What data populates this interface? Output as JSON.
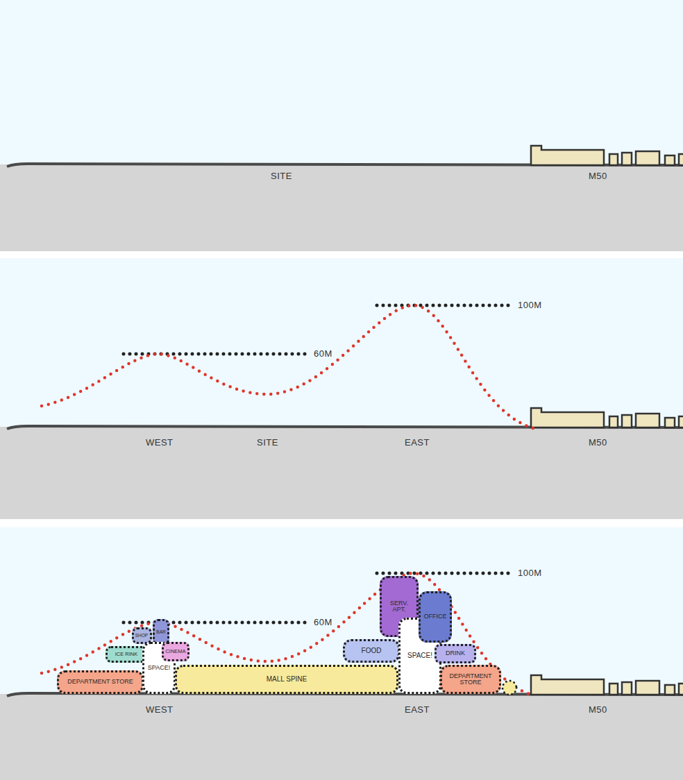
{
  "diagram": {
    "nodes": [
      {
        "text": [
          "DEPARTMENT STORE"
        ]
      },
      {
        "text": [
          "ICE RINK"
        ]
      },
      {
        "text": [
          "SHOP"
        ]
      },
      {
        "text": [
          "BAR"
        ]
      },
      {
        "text": [
          "SPACE!"
        ]
      },
      {
        "text": [
          "CINEMA"
        ]
      },
      {
        "text": [
          "MALL SPINE"
        ]
      },
      {
        "text": [
          "FOOD"
        ]
      },
      {
        "text": [
          "SERV. APT."
        ]
      },
      {
        "text": [
          "SPACE!"
        ]
      },
      {
        "text": [
          "OFFICE"
        ]
      },
      {
        "text": [
          "DRINK"
        ]
      },
      {
        "text": [
          "DEPARTMENT STORE"
        ]
      }
    ],
    "labels": [
      "SITE",
      "M50",
      "60M",
      "100M",
      "WEST",
      "SITE",
      "EAST",
      "M50",
      "60M",
      "100M",
      "WEST",
      "EAST",
      "M50"
    ]
  }
}
